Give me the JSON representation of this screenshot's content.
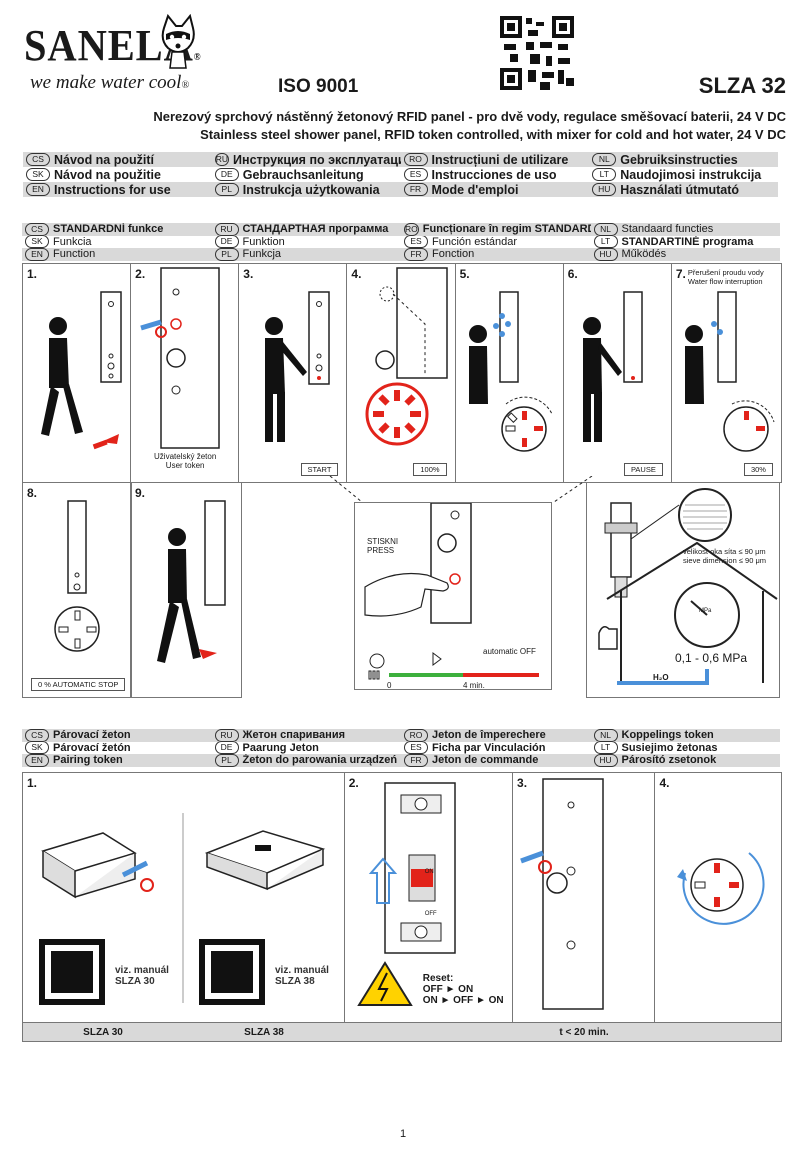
{
  "header": {
    "brand": "SANELA",
    "registered": "®",
    "slogan": "we make water cool",
    "iso": "ISO 9001",
    "model": "SLZA 32",
    "title_cs": "Nerezový sprchový nástěnný žetonový RFID panel - pro dvě vody, regulace směšovací baterii, 24 V DC",
    "title_en": "Stainless steel shower panel, RFID token controlled, with mixer for cold and hot water, 24 V DC"
  },
  "languages": [
    [
      {
        "code": "CS",
        "label": "Návod na použití"
      },
      {
        "code": "RU",
        "label": "Инструкция по эксплуатации"
      },
      {
        "code": "RO",
        "label": "Instrucțiuni de utilizare"
      },
      {
        "code": "NL",
        "label": "Gebruiksinstructies"
      }
    ],
    [
      {
        "code": "SK",
        "label": "Návod na použitie"
      },
      {
        "code": "DE",
        "label": "Gebrauchsanleitung"
      },
      {
        "code": "ES",
        "label": "Instrucciones de uso"
      },
      {
        "code": "LT",
        "label": "Naudojimosi instrukcija"
      }
    ],
    [
      {
        "code": "EN",
        "label": "Instructions for use"
      },
      {
        "code": "PL",
        "label": "Instrukcja użytkowania"
      },
      {
        "code": "FR",
        "label": "Mode d'emploi"
      },
      {
        "code": "HU",
        "label": "Használati útmutató"
      }
    ]
  ],
  "section1": {
    "rows": [
      [
        {
          "code": "CS",
          "label": "STANDARDNÍ funkce"
        },
        {
          "code": "RU",
          "label": "СТАНДАРТНАЯ программа"
        },
        {
          "code": "RO",
          "label": "Funcționare în regim STANDARD"
        },
        {
          "code": "NL",
          "label": "Standaard functies"
        }
      ],
      [
        {
          "code": "SK",
          "label": "Funkcia"
        },
        {
          "code": "DE",
          "label": "Funktion"
        },
        {
          "code": "ES",
          "label": "Función estándar"
        },
        {
          "code": "LT",
          "label": "STANDARTINĖ programa"
        }
      ],
      [
        {
          "code": "EN",
          "label": "Function"
        },
        {
          "code": "PL",
          "label": "Funkcja"
        },
        {
          "code": "FR",
          "label": "Fonction"
        },
        {
          "code": "HU",
          "label": "Működés"
        }
      ]
    ],
    "steps_top": [
      {
        "num": "1.",
        "caption": ""
      },
      {
        "num": "2.",
        "caption": "",
        "token_cs": "Uživatelský žeton",
        "token_en": "User token"
      },
      {
        "num": "3.",
        "caption": "START"
      },
      {
        "num": "4.",
        "caption": "100%"
      },
      {
        "num": "5.",
        "caption": ""
      },
      {
        "num": "6.",
        "caption": "PAUSE"
      },
      {
        "num": "7.",
        "caption": "30%",
        "note_cs": "Přerušení proudu vody",
        "note_en": "Water flow interruption"
      }
    ],
    "steps_bottom": [
      {
        "num": "8.",
        "caption": "0 % AUTOMATIC STOP"
      },
      {
        "num": "9.",
        "caption": ""
      }
    ],
    "press_cs": "STISKNI",
    "press_en": "PRESS",
    "auto_off": "automatic OFF",
    "timeline_start": "0",
    "timeline_end": "4 min.",
    "sieve_cs": "velikost oka síta ≤ 90 μm",
    "sieve_en": "sieve dimension ≤ 90 μm",
    "pressure": "0,1 - 0,6 MPa",
    "water": "H₂O",
    "gauge_unit": "MPa"
  },
  "section2": {
    "rows": [
      [
        {
          "code": "CS",
          "label": "Párovací žeton"
        },
        {
          "code": "RU",
          "label": "Жетон спаривания"
        },
        {
          "code": "RO",
          "label": "Jeton de împerechere"
        },
        {
          "code": "NL",
          "label": "Koppelings token"
        }
      ],
      [
        {
          "code": "SK",
          "label": "Párovací žetón"
        },
        {
          "code": "DE",
          "label": "Paarung Jeton"
        },
        {
          "code": "ES",
          "label": "Ficha par Vinculación"
        },
        {
          "code": "LT",
          "label": "Susiejimo žetonas"
        }
      ],
      [
        {
          "code": "EN",
          "label": "Pairing token"
        },
        {
          "code": "PL",
          "label": "Żeton do parowania urządzeń"
        },
        {
          "code": "FR",
          "label": "Jeton de commande"
        },
        {
          "code": "HU",
          "label": "Párosító zsetonok"
        }
      ]
    ],
    "steps": [
      "1.",
      "2.",
      "3.",
      "4."
    ],
    "manual_a_1": "viz. manuál",
    "manual_a_2": "SLZA 30",
    "manual_b_1": "viz. manuál",
    "manual_b_2": "SLZA 38",
    "switch_on": "ON",
    "switch_off": "OFF",
    "reset_title": "Reset:",
    "reset_1": "OFF ► ON",
    "reset_2": "ON ► OFF ► ON",
    "footer": [
      "SLZA 30",
      "SLZA 38",
      "",
      "t < 20 min.",
      ""
    ]
  },
  "page_number": "1",
  "colors": {
    "accent_red": "#e2231a",
    "drop_blue": "#4a90d9",
    "green": "#3db03d",
    "gray_band": "#d9d9d9"
  }
}
